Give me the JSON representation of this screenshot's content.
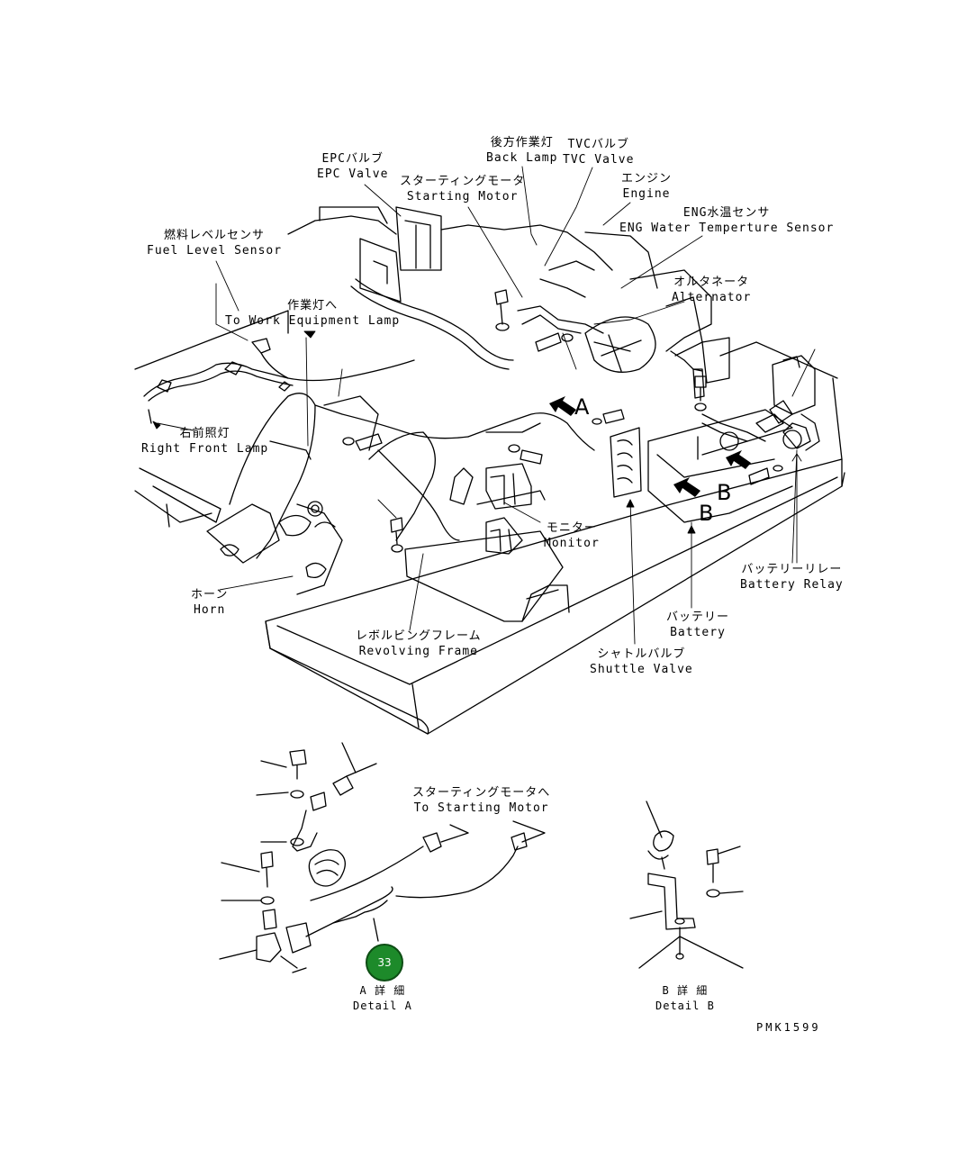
{
  "labels": {
    "back_lamp": {
      "jp": "後方作業灯",
      "en": "Back Lamp"
    },
    "tvc_valve": {
      "jp": "TVCバルブ",
      "en": "TVC Valve"
    },
    "epc_valve": {
      "jp": "EPCバルブ",
      "en": "EPC Valve"
    },
    "starting_motor": {
      "jp": "スターティングモータ",
      "en": "Starting Motor"
    },
    "engine": {
      "jp": "エンジン",
      "en": "Engine"
    },
    "eng_water_sensor": {
      "jp": "ENG水温センサ",
      "en": "ENG Water Temperture Sensor"
    },
    "fuel_level_sensor": {
      "jp": "燃料レベルセンサ",
      "en": "Fuel Level Sensor"
    },
    "alternator": {
      "jp": "オルタネータ",
      "en": "Alternator"
    },
    "work_equipment_lamp": {
      "jp": "作業灯へ",
      "en": "To Work Equipment Lamp"
    },
    "right_front_lamp": {
      "jp": "右前照灯",
      "en": "Right Front Lamp"
    },
    "monitor": {
      "jp": "モニター",
      "en": "Monitor"
    },
    "battery_relay": {
      "jp": "バッテリーリレー",
      "en": "Battery Relay"
    },
    "horn": {
      "jp": "ホーン",
      "en": "Horn"
    },
    "battery": {
      "jp": "バッテリー",
      "en": "Battery"
    },
    "revolving_frame": {
      "jp": "レボルビングフレーム",
      "en": "Revolving Frame"
    },
    "shuttle_valve": {
      "jp": "シャトルバルブ",
      "en": "Shuttle Valve"
    },
    "to_starting_motor": {
      "jp": "スターティングモータへ",
      "en": "To Starting Motor"
    },
    "detail_a": {
      "jp": "A 詳 細",
      "en": "Detail A"
    },
    "detail_b": {
      "jp": "B 詳 細",
      "en": "Detail B"
    }
  },
  "callouts": {
    "a": "A",
    "b1": "B",
    "b2": "B"
  },
  "badge": {
    "label": "33",
    "color": "#1d8a2a"
  },
  "drawing_code": "PMK1599"
}
